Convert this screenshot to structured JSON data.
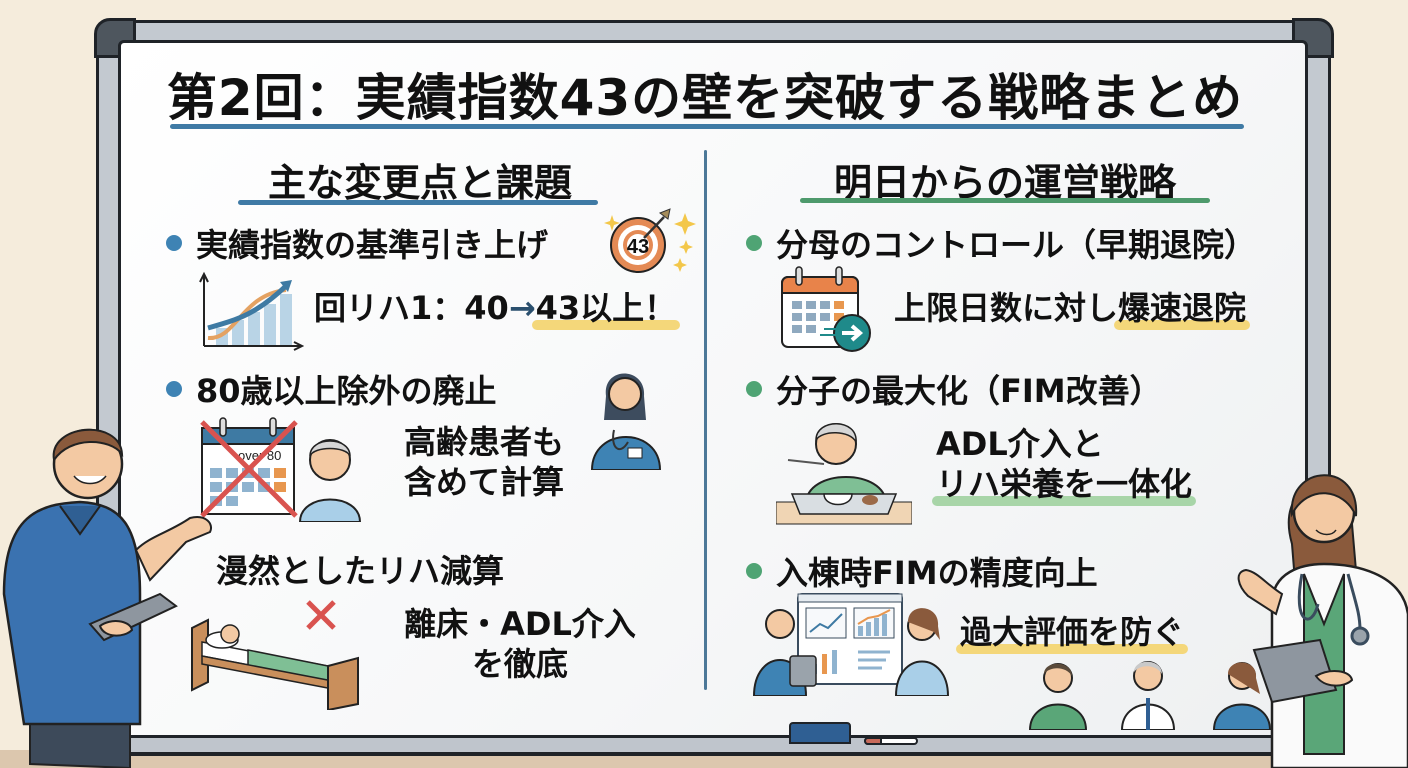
{
  "title": "第2回：実績指数43の壁を突破する戦略まとめ",
  "colors": {
    "accent_blue": "#3e83b4",
    "accent_green": "#4fa474",
    "highlight_yellow": "#f4d77a",
    "highlight_green": "#a8d5a8",
    "background": "#f5ecdc"
  },
  "left_column": {
    "heading": "主な変更点と課題",
    "items": [
      {
        "bullet": "実績指数の基準引き上げ",
        "detail_prefix": "回リハ1：40",
        "arrow": "→",
        "detail_highlight": "43以上！",
        "icon": "target-43-icon",
        "badge": "43"
      },
      {
        "bullet": "80歳以上除外の廃止",
        "detail_line1": "高齢患者も",
        "detail_line2": "含めて計算",
        "icon": "crossed-calendar-icon",
        "calendar_label": "over 80"
      },
      {
        "bullet": "漫然としたリハ減算",
        "detail_line1": "離床・ADL介入",
        "detail_line2": "を徹底",
        "icon": "bed-patient-icon"
      }
    ]
  },
  "right_column": {
    "heading": "明日からの運営戦略",
    "items": [
      {
        "bullet": "分母のコントロール（早期退院）",
        "detail_prefix": "上限日数に対し",
        "detail_highlight": "爆速退院",
        "icon": "calendar-fast-forward-icon"
      },
      {
        "bullet": "分子の最大化（FIM改善）",
        "detail_line1": "ADL介入と",
        "detail_line2": "リハ栄養を一体化",
        "icon": "eating-patient-icon"
      },
      {
        "bullet": "入棟時FIMの精度向上",
        "detail_highlight": "過大評価を防ぐ",
        "icon": "team-dashboard-icon"
      }
    ]
  }
}
